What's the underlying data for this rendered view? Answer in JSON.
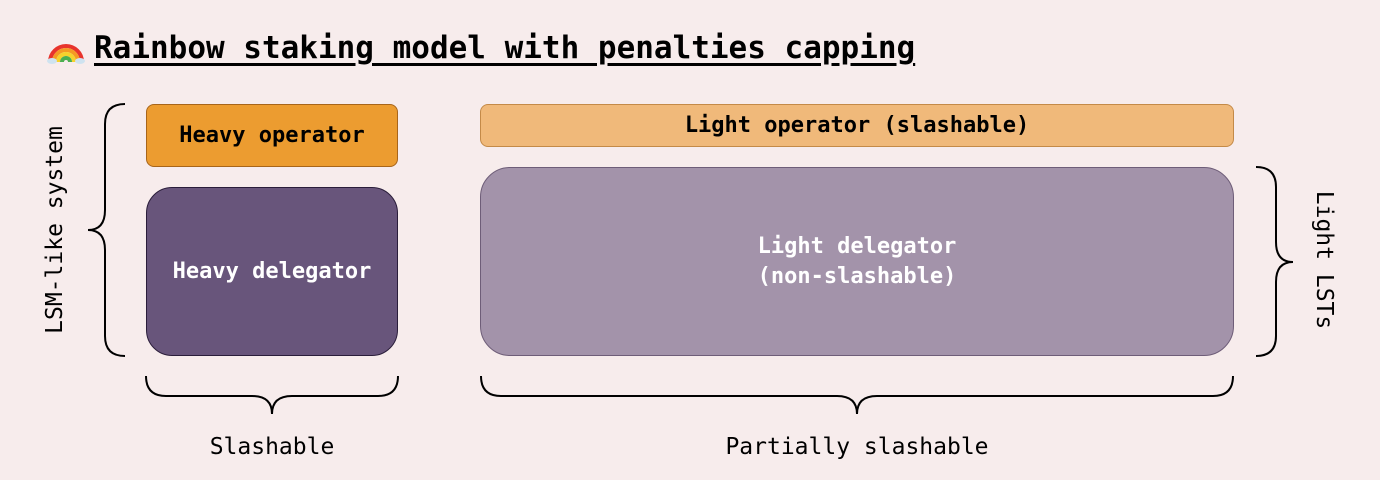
{
  "title": {
    "icon": "rainbow-icon",
    "text": "Rainbow staking model with penalties capping"
  },
  "boxes": {
    "heavy_operator": "Heavy operator",
    "heavy_delegator": "Heavy delegator",
    "light_operator": "Light operator (slashable)",
    "light_delegator_line1": "Light delegator",
    "light_delegator_line2": "(non-slashable)"
  },
  "labels": {
    "lsm_like_system": "LSM-like system",
    "light_lsts": "Light LSTs",
    "slashable": "Slashable",
    "partially_slashable": "Partially slashable"
  },
  "colors": {
    "background": "#f7ecec",
    "heavy_operator": "#ec9c30",
    "light_operator": "#f0b97a",
    "heavy_delegator": "#68557b",
    "light_delegator": "#a393aa"
  }
}
